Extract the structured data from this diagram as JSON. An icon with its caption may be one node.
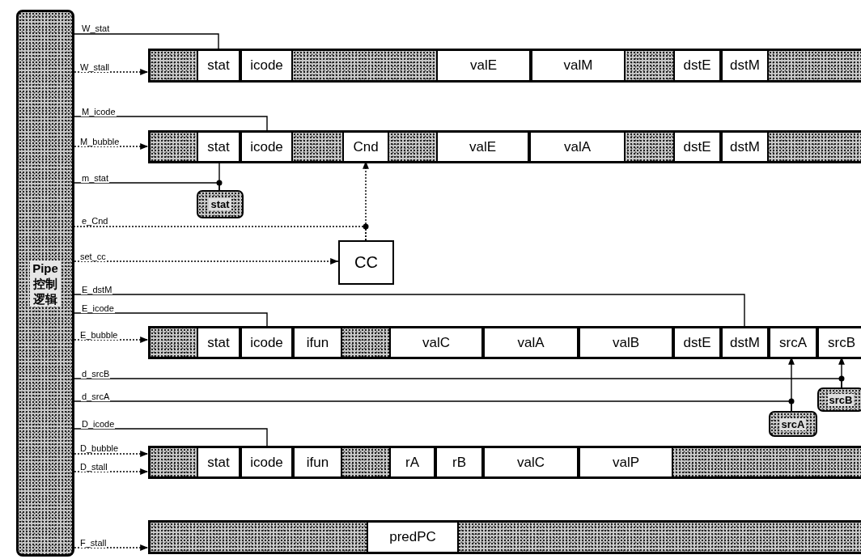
{
  "diagram": {
    "nodes": [
      {
        "text": [
          "Pipe 控制逻辑"
        ]
      },
      {
        "text": [],
        "shape": "bar"
      },
      {
        "text": [
          "stat"
        ],
        "in": 1
      },
      {
        "text": [
          "icode"
        ],
        "in": 1
      },
      {
        "text": [
          "valE"
        ],
        "in": 1
      },
      {
        "text": [
          "valM"
        ],
        "in": 1
      },
      {
        "text": [
          "dstE"
        ],
        "in": 1
      },
      {
        "text": [
          "dstM"
        ],
        "in": 1
      },
      {
        "text": [],
        "shape": "bar"
      },
      {
        "text": [
          "stat"
        ],
        "in": 8
      },
      {
        "text": [
          "icode"
        ],
        "in": 8
      },
      {
        "text": [
          "Cnd"
        ],
        "in": 8
      },
      {
        "text": [
          "valE"
        ],
        "in": 8
      },
      {
        "text": [
          "valA"
        ],
        "in": 8
      },
      {
        "text": [
          "dstE"
        ],
        "in": 8
      },
      {
        "text": [
          "dstM"
        ],
        "in": 8
      },
      {
        "text": [
          "stat"
        ]
      },
      {
        "text": [
          "CC"
        ]
      },
      {
        "text": [],
        "shape": "bar"
      },
      {
        "text": [
          "stat"
        ],
        "in": 18
      },
      {
        "text": [
          "icode"
        ],
        "in": 18
      },
      {
        "text": [
          "ifun"
        ],
        "in": 18
      },
      {
        "text": [
          "valC"
        ],
        "in": 18
      },
      {
        "text": [
          "valA"
        ],
        "in": 18
      },
      {
        "text": [
          "valB"
        ],
        "in": 18
      },
      {
        "text": [
          "dstE"
        ],
        "in": 18
      },
      {
        "text": [
          "dstM"
        ],
        "in": 18
      },
      {
        "text": [
          "srcA"
        ],
        "in": 18
      },
      {
        "text": [
          "srcB"
        ],
        "in": 18
      },
      {
        "text": [
          "srcB"
        ]
      },
      {
        "text": [
          "srcA"
        ]
      },
      {
        "text": [],
        "shape": "bar"
      },
      {
        "text": [
          "stat"
        ],
        "in": 31
      },
      {
        "text": [
          "icode"
        ],
        "in": 31
      },
      {
        "text": [
          "ifun"
        ],
        "in": 31
      },
      {
        "text": [
          "rA"
        ],
        "in": 31
      },
      {
        "text": [
          "rB"
        ],
        "in": 31
      },
      {
        "text": [
          "valC"
        ],
        "in": 31
      },
      {
        "text": [
          "valP"
        ],
        "in": 31
      },
      {
        "text": [],
        "shape": "bar"
      },
      {
        "text": [
          "predPC"
        ],
        "in": 39
      }
    ],
    "edges": [
      {
        "from": 2,
        "to": 0,
        "arrow": "none",
        "label": "W_stat"
      },
      {
        "from": 0,
        "to": 1,
        "arrow": "to",
        "label": "W_stall",
        "style": "dashed"
      },
      {
        "from": 10,
        "to": 0,
        "arrow": "none",
        "label": "M_icode"
      },
      {
        "from": 0,
        "to": 8,
        "arrow": "to",
        "label": "M_bubble",
        "style": "dashed"
      },
      {
        "from": 16,
        "to": 0,
        "arrow": "none",
        "label": "m_stat"
      },
      {
        "from": 16,
        "to": 9,
        "arrow": "none"
      },
      {
        "from": 17,
        "to": 0,
        "arrow": "none",
        "label": "e_Cnd",
        "style": "dashed"
      },
      {
        "from": 17,
        "to": 11,
        "arrow": "to",
        "style": "dashed"
      },
      {
        "from": 0,
        "to": 17,
        "arrow": "to",
        "label": "set_cc",
        "style": "dashed"
      },
      {
        "from": 26,
        "to": 0,
        "arrow": "none",
        "label": "E_dstM"
      },
      {
        "from": 20,
        "to": 0,
        "arrow": "none",
        "label": "E_icode"
      },
      {
        "from": 0,
        "to": 18,
        "arrow": "to",
        "label": "E_bubble",
        "style": "dashed"
      },
      {
        "from": 29,
        "to": 0,
        "arrow": "none",
        "label": "d_srcB"
      },
      {
        "from": 29,
        "to": 28,
        "arrow": "to"
      },
      {
        "from": 30,
        "to": 0,
        "arrow": "none",
        "label": "d_srcA"
      },
      {
        "from": 30,
        "to": 27,
        "arrow": "to"
      },
      {
        "from": 33,
        "to": 0,
        "arrow": "none",
        "label": "D_icode"
      },
      {
        "from": 0,
        "to": 31,
        "arrow": "to",
        "label": "D_bubble",
        "style": "dashed"
      },
      {
        "from": 0,
        "to": 31,
        "arrow": "to",
        "label": "D_stall",
        "style": "dashed"
      },
      {
        "from": 0,
        "to": 39,
        "arrow": "to",
        "label": "F_stall",
        "style": "dashed"
      }
    ]
  }
}
